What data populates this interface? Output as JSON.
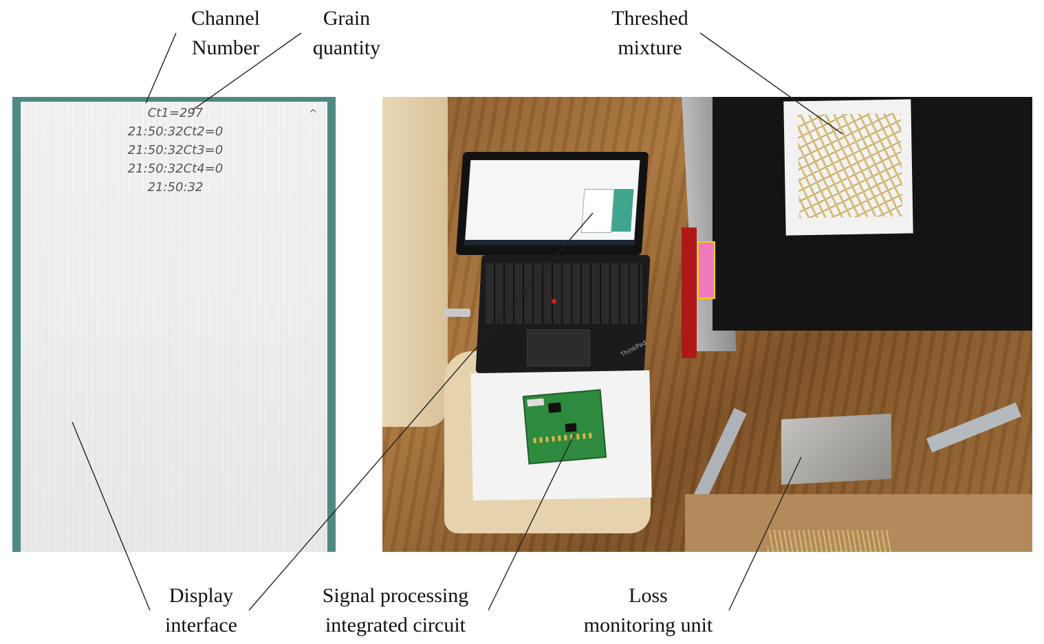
{
  "labels": {
    "channel_number": [
      "Channel",
      "Number"
    ],
    "grain_quantity": [
      "Grain",
      "quantity"
    ],
    "threshed_mixture": [
      "Threshed",
      "mixture"
    ],
    "display_interface": [
      "Display",
      "interface"
    ],
    "signal_processing": [
      "Signal processing",
      "integrated circuit"
    ],
    "loss_monitoring": [
      "Loss",
      "monitoring unit"
    ]
  },
  "screen_readout": [
    "Ct1=297",
    "21:50:32Ct2=0",
    "21:50:32Ct3=0",
    "21:50:32Ct4=0",
    "21:50:32"
  ],
  "screen_scroll_glyph": "^",
  "laptop_brand": "ThinkPad",
  "colors": {
    "screen_frame": "#4f8a82",
    "floor_wood": "#9a6a35",
    "conveyor_belt": "#141414",
    "pcb_green": "#2e8a3e"
  }
}
